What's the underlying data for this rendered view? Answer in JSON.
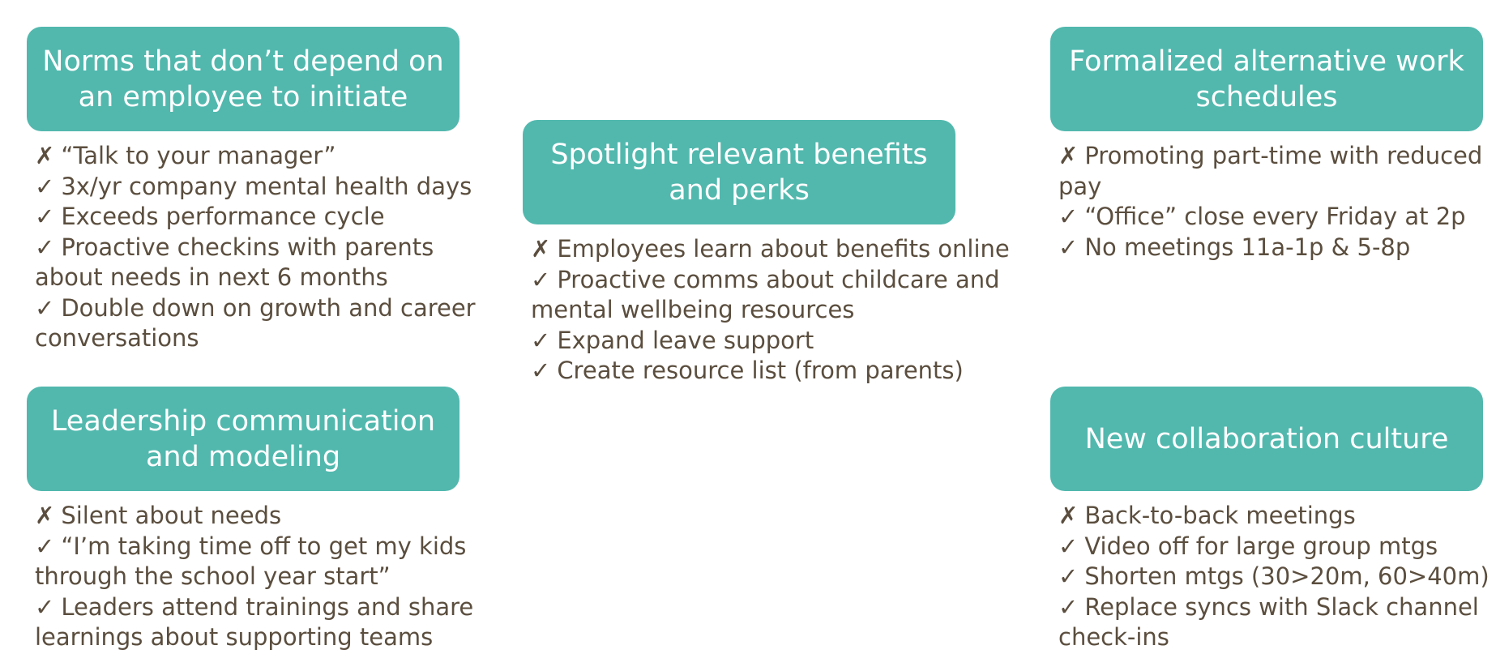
{
  "cards": [
    {
      "title": "Norms that don’t depend on an employee to initiate",
      "items": [
        {
          "mark": "✗",
          "text": "“Talk to your manager”"
        },
        {
          "mark": "✓",
          "text": "3x/yr company mental health days"
        },
        {
          "mark": "✓",
          "text": "Exceeds performance cycle"
        },
        {
          "mark": "✓",
          "text": "Proactive checkins with parents about needs in next 6 months"
        },
        {
          "mark": "✓",
          "text": "Double down on growth and career conversations"
        }
      ]
    },
    {
      "title": "Spotlight relevant benefits and perks",
      "items": [
        {
          "mark": "✗",
          "text": "Employees learn about benefits online"
        },
        {
          "mark": "✓",
          "text": "Proactive comms about childcare and mental wellbeing resources"
        },
        {
          "mark": "✓",
          "text": "Expand leave support"
        },
        {
          "mark": "✓",
          "text": "Create resource list (from parents)"
        }
      ]
    },
    {
      "title": "Formalized alternative work schedules",
      "items": [
        {
          "mark": "✗",
          "text": "Promoting part-time with reduced pay"
        },
        {
          "mark": "✓",
          "text": "“Office” close every Friday at 2p"
        },
        {
          "mark": "✓",
          "text": "No meetings 11a-1p & 5-8p"
        }
      ]
    },
    {
      "title": "Leadership communication and modeling",
      "items": [
        {
          "mark": "✗",
          "text": "Silent about needs"
        },
        {
          "mark": "✓",
          "text": "“I’m taking time off to get my kids through the school year start”"
        },
        {
          "mark": "✓",
          "text": "Leaders attend trainings and share learnings about supporting teams"
        }
      ]
    },
    {
      "title": "New collaboration culture",
      "items": [
        {
          "mark": "✗",
          "text": "Back-to-back meetings"
        },
        {
          "mark": "✓",
          "text": "Video off for large group mtgs"
        },
        {
          "mark": "✓",
          "text": "Shorten mtgs (30>20m, 60>40m)"
        },
        {
          "mark": "✓",
          "text": "Replace syncs with Slack channel check-ins"
        }
      ]
    }
  ],
  "colors": {
    "header_bg": "#52b8ae",
    "header_text": "#ffffff",
    "body_text": "#5b4e3e"
  }
}
